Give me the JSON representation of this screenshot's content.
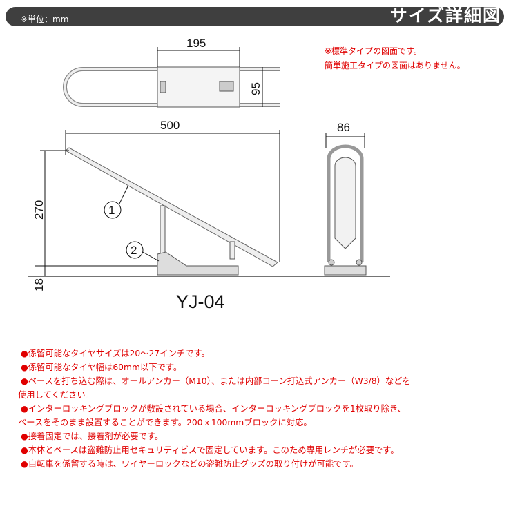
{
  "header": {
    "unit": "※単位：mm",
    "title": "サイズ詳細図"
  },
  "notes": [
    "※標準タイプの図面です。",
    "簡単施工タイプの図面はありません。"
  ],
  "dimensions": {
    "top_width": "195",
    "top_depth": "95",
    "side_length": "500",
    "side_height": "270",
    "base_height": "18",
    "front_width": "86"
  },
  "callouts": [
    "1",
    "2"
  ],
  "model": "YJ-04",
  "lines": [
    "●係留可能なタイヤサイズは20～27インチです。",
    "●係留可能なタイヤ幅は60mm以下です。",
    "●ベースを打ち込む際は、オールアンカー（M10）、または内部コーン打込式アンカー（W3/8）などを",
    "使用してください。",
    "●インターロッキングブロックが敷設されている場合、インターロッキングブロックを1枚取り除き、",
    "ベースをそのまま設置することができます。200ｘ100mmブロックに対応。",
    "●接着固定では、接着剤が必要です。",
    "●本体とベースは盗難防止用セキュリティビスで固定しています。このため専用レンチが必要です。",
    "●自転車を係留する時は、ワイヤーロックなどの盗難防止グッズの取り付けが可能です。"
  ]
}
